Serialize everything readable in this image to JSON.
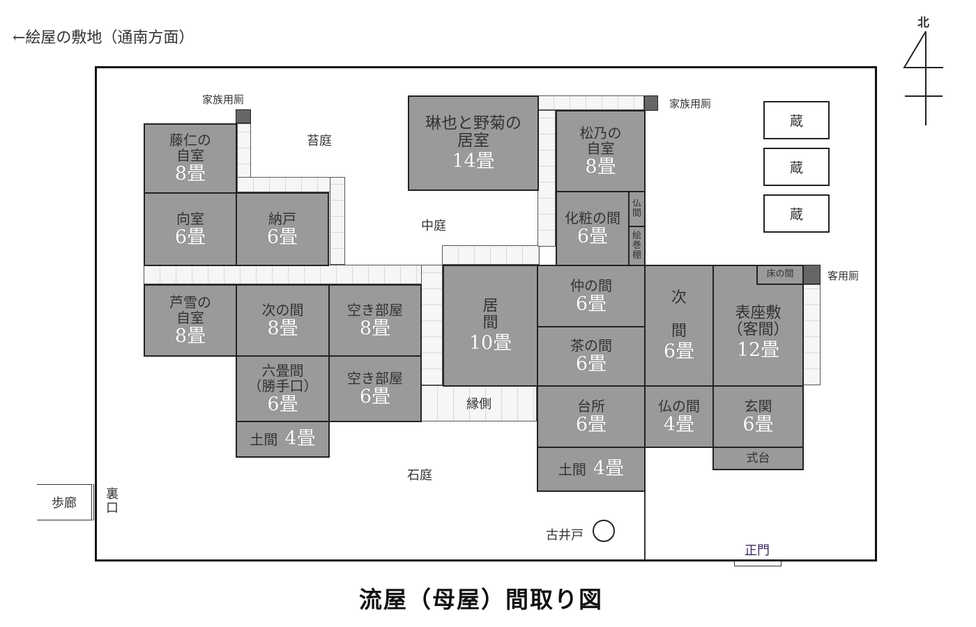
{
  "header": {
    "direction_note": "←絵屋の敷地（通南方面）",
    "north": "北"
  },
  "title": "流屋（母屋）間取り図",
  "gardens": {
    "moss": "苔庭",
    "middle": "中庭",
    "stone": "石庭"
  },
  "toilets": {
    "family1": "家族用厠",
    "family2": "家族用厠",
    "guest": "客用厠"
  },
  "storehouses": [
    "蔵",
    "蔵",
    "蔵"
  ],
  "rooms": [
    {
      "name": "藤仁の\n自室",
      "mats": "8畳"
    },
    {
      "name": "向室",
      "mats": "6畳"
    },
    {
      "name": "納戸",
      "mats": "6畳"
    },
    {
      "name": "芦雪の\n自室",
      "mats": "8畳"
    },
    {
      "name": "次の間",
      "mats": "8畳"
    },
    {
      "name": "空き部屋",
      "mats": "8畳"
    },
    {
      "name": "六畳間\n（勝手口）",
      "mats": "6畳"
    },
    {
      "name": "空き部屋",
      "mats": "6畳"
    },
    {
      "name": "土間",
      "mats": "4畳"
    },
    {
      "name": "琳也と野菊の\n居室",
      "mats": "14畳"
    },
    {
      "name": "松乃の\n自室",
      "mats": "8畳"
    },
    {
      "name": "化粧の間",
      "mats": "6畳"
    },
    {
      "name": "仏\n間",
      "mats": ""
    },
    {
      "name": "絵\n巻\n棚",
      "mats": ""
    },
    {
      "name": "居\n間",
      "mats": "10畳"
    },
    {
      "name": "仲の間",
      "mats": "6畳"
    },
    {
      "name": "茶の間",
      "mats": "6畳"
    },
    {
      "name": "次\n\n間",
      "mats": "6畳"
    },
    {
      "name": "表座敷\n（客間）",
      "mats": "12畳"
    },
    {
      "name": "床の間",
      "mats": ""
    },
    {
      "name": "台所",
      "mats": "6畳"
    },
    {
      "name": "仏の間",
      "mats": "4畳"
    },
    {
      "name": "玄関",
      "mats": "6畳"
    },
    {
      "name": "土間",
      "mats": "4畳"
    },
    {
      "name": "式台",
      "mats": ""
    }
  ],
  "other": {
    "veranda": "縁側",
    "corridor": "歩廊",
    "back_entrance": "裏\n口",
    "well": "古井戸",
    "main_gate": "正門"
  }
}
